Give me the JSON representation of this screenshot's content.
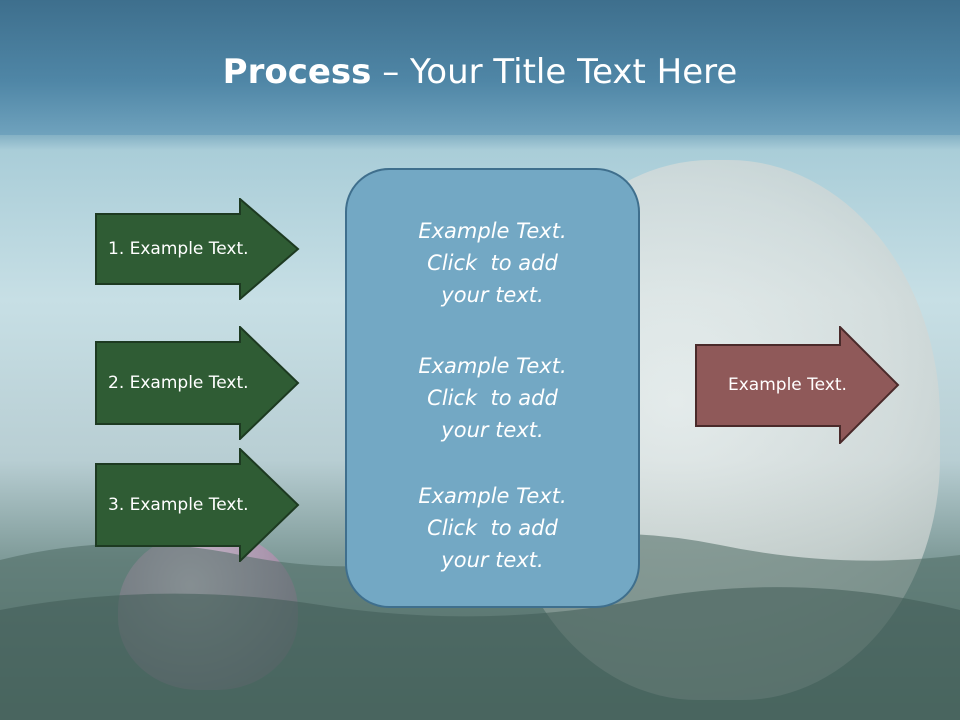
{
  "title": {
    "bold": "Process",
    "dash": " – ",
    "rest": "Your Title Text Here"
  },
  "left_arrows": [
    {
      "label": "1. Example Text."
    },
    {
      "label": "2. Example Text."
    },
    {
      "label": "3. Example Text."
    }
  ],
  "center_panel": {
    "blocks": [
      {
        "line1": "Example Text.",
        "line2": "Click  to add",
        "line3": "your text."
      },
      {
        "line1": "Example Text.",
        "line2": "Click  to add",
        "line3": "your text."
      },
      {
        "line1": "Example Text.",
        "line2": "Click  to add",
        "line3": "your text."
      }
    ]
  },
  "right_arrow": {
    "label": "Example Text."
  },
  "colors": {
    "green_arrow": "#2f5c34",
    "red_arrow": "#8f5959",
    "panel": "#73a8c4",
    "title_band": "#4f86a6"
  }
}
